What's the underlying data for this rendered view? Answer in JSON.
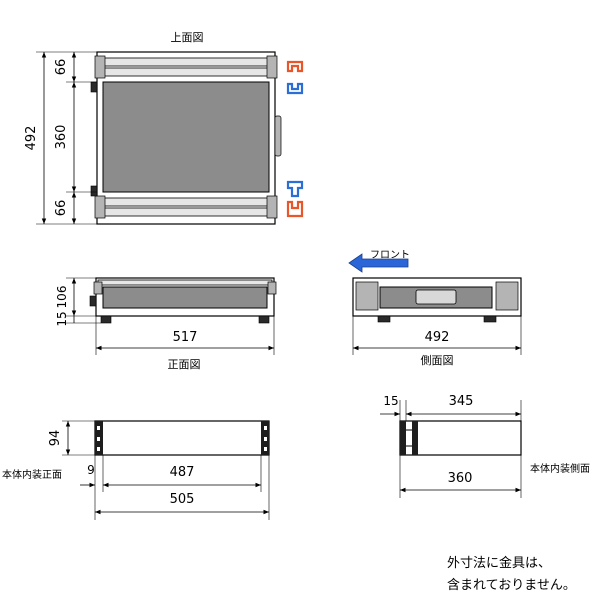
{
  "views": {
    "top": {
      "title": "上面図",
      "dims": {
        "total": "492",
        "end_top": "66",
        "middle": "360",
        "end_bottom": "66"
      }
    },
    "front": {
      "title": "正面図",
      "dims": {
        "height_upper": "106",
        "height_lower": "15",
        "width": "517"
      }
    },
    "side": {
      "title": "側面図",
      "arrow_label": "フロント",
      "dims": {
        "depth": "492"
      }
    },
    "inner_front": {
      "title": "本体内装正面",
      "dims": {
        "height": "94",
        "offset": "9",
        "inner": "487",
        "total": "505"
      }
    },
    "inner_side": {
      "title": "本体内装側面",
      "dims": {
        "offset": "15",
        "inner": "345",
        "total": "360"
      }
    }
  },
  "colors": {
    "rail_profile_red": "#e8562a",
    "rail_profile_blue": "#2b6fd6",
    "arrow_blue": "#2a66d8"
  },
  "note": {
    "line1": "外寸法に金具は、",
    "line2": "含まれておりません。"
  }
}
